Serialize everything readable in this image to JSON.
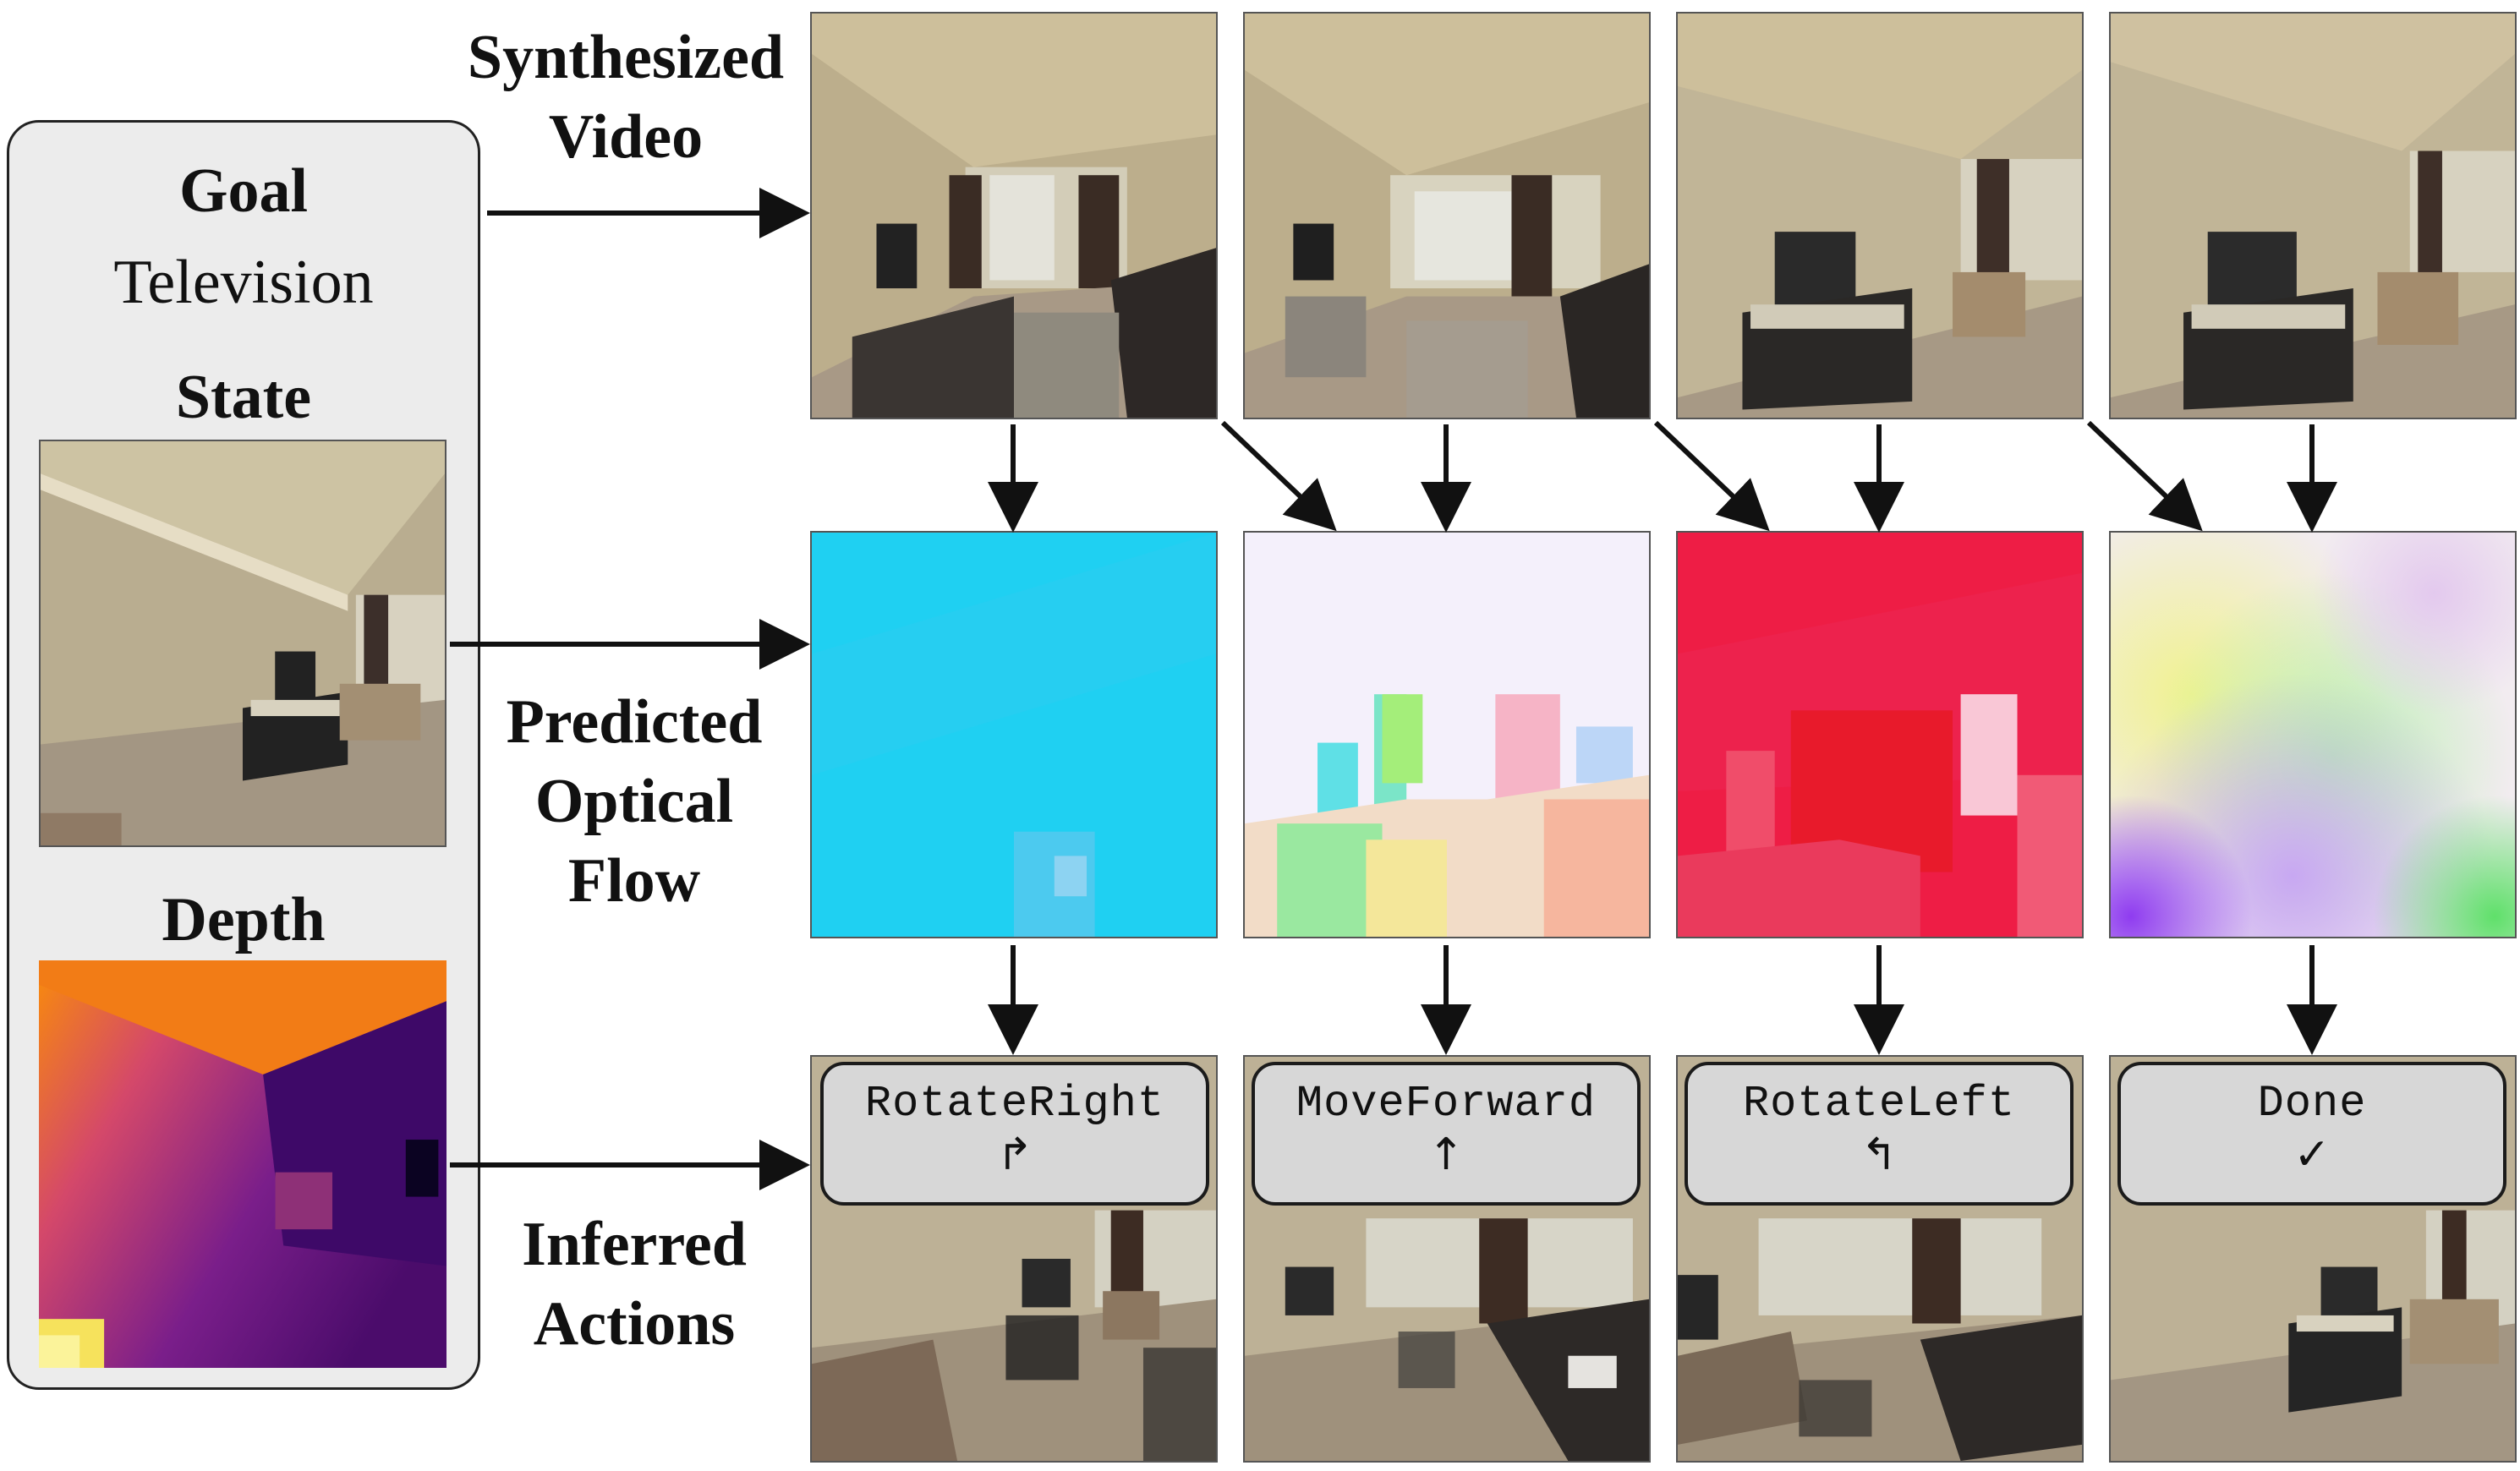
{
  "left_panel": {
    "goal_title": "Goal",
    "goal_value": "Television",
    "state_title": "State",
    "depth_title": "Depth"
  },
  "row_labels": {
    "synth": [
      "Synthesized",
      "Video"
    ],
    "flow": [
      "Predicted",
      "Optical",
      "Flow"
    ],
    "actions": [
      "Inferred",
      "Actions"
    ]
  },
  "actions": [
    {
      "name": "RotateRight",
      "icon": "↱",
      "icon_name": "turn-right-arrow-icon"
    },
    {
      "name": "MoveForward",
      "icon": "↑",
      "icon_name": "up-arrow-icon"
    },
    {
      "name": "RotateLeft",
      "icon": "↰",
      "icon_name": "turn-left-arrow-icon"
    },
    {
      "name": "Done",
      "icon": "✓",
      "icon_name": "checkmark-icon"
    }
  ],
  "colors": {
    "flow_rotate_right": "#1fd0f2",
    "flow_move_forward": "#f4f0fb",
    "flow_rotate_left": "#ee1d45",
    "flow_done": "#f2ecf0",
    "wall": "#bdb296",
    "ceiling": "#cfc4a2"
  }
}
